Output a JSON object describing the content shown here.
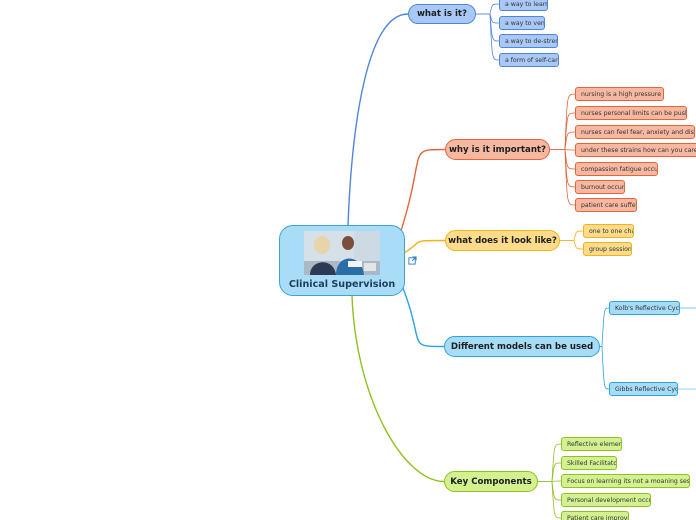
{
  "central": {
    "title": "Clinical Supervision",
    "image": "clinical-supervision-photo",
    "link_icon": "external-link-icon"
  },
  "branches": [
    {
      "label": "what is it?",
      "color": "#4f86dd",
      "fill": "#a9c8f6",
      "children": [
        "a way to learn",
        "a way to vent",
        "a way to de-stress",
        "a form of self-care"
      ]
    },
    {
      "label": "why is it important?",
      "color": "#e4653a",
      "fill": "#f7b8a2",
      "children": [
        "nursing is a high pressure career",
        "nurses personal limits can be pushed",
        "nurses can feel fear, anxiety and distress",
        "under these strains how can you care for others?",
        "compassion fatigue occurs",
        "burnout occurs",
        "patient care suffers"
      ]
    },
    {
      "label": "what does it look like?",
      "color": "#f2b21a",
      "fill": "#fcdc8a",
      "children": [
        "one to one chat",
        "group session"
      ]
    },
    {
      "label": "Different models can be used",
      "color": "#2da4e0",
      "fill": "#a7dcf7",
      "children": [
        "Kolb's Reflective Cycle",
        "Gibbs Reflective Cycle"
      ]
    },
    {
      "label": "Key Components",
      "color": "#8fc11f",
      "fill": "#d3f191",
      "children": [
        "Reflective element",
        "Skilled Facilitator",
        "Focus on learning its not a moaning session",
        "Personal development occurs",
        "Patient care improves"
      ]
    }
  ]
}
